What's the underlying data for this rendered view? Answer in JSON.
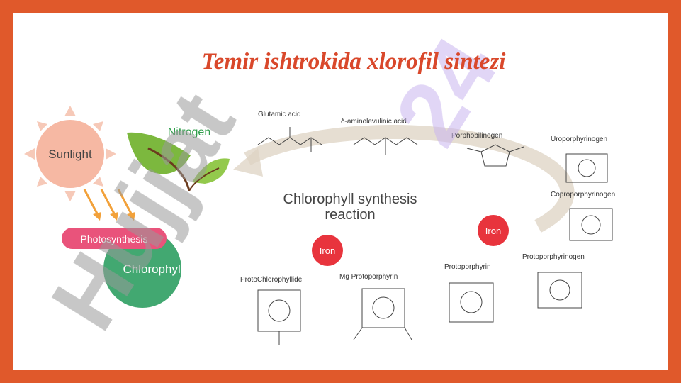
{
  "slide": {
    "title": "Temir ishtrokida xlorofil sintezi"
  },
  "watermark": {
    "text_primary": "Hujjat",
    "text_secondary": "24",
    "color_gray": "#9a9a9a",
    "color_purple": "#c9b5ee"
  },
  "figure": {
    "sunlight": "Sunlight",
    "nitrogen": "Nitrogen",
    "photosynthesis": "Photosynthesis",
    "chlorophyll": "Chlorophyll",
    "center_line1": "Chlorophyll synthesis",
    "center_line2": "reaction",
    "iron_left": "Iron",
    "iron_right": "Iron",
    "compounds": {
      "glutamic_acid": "Glutamic acid",
      "aminolevulinic_acid": "δ-aminolevulinic acid",
      "porphobilinogen": "Porphobilinogen",
      "uroporphyrinogen": "Uroporphyrinogen",
      "coproporphyrinogen": "Coproporphyrinogen",
      "protoporphyrinogen": "Protoporphyrinogen",
      "protoporphyrin": "Protoporphyrin",
      "mg_protoporphyrin": "Mg Protoporphyrin",
      "protochlorophyllide": "ProtoChlorophyllide"
    },
    "colors": {
      "sun": "#f6b8a3",
      "leaf": "#7cb83e",
      "photosynthesis": "#e9537b",
      "chlorophyll": "#2e9e62",
      "iron": "#e8343d",
      "arrow": "#f2a13a"
    }
  }
}
